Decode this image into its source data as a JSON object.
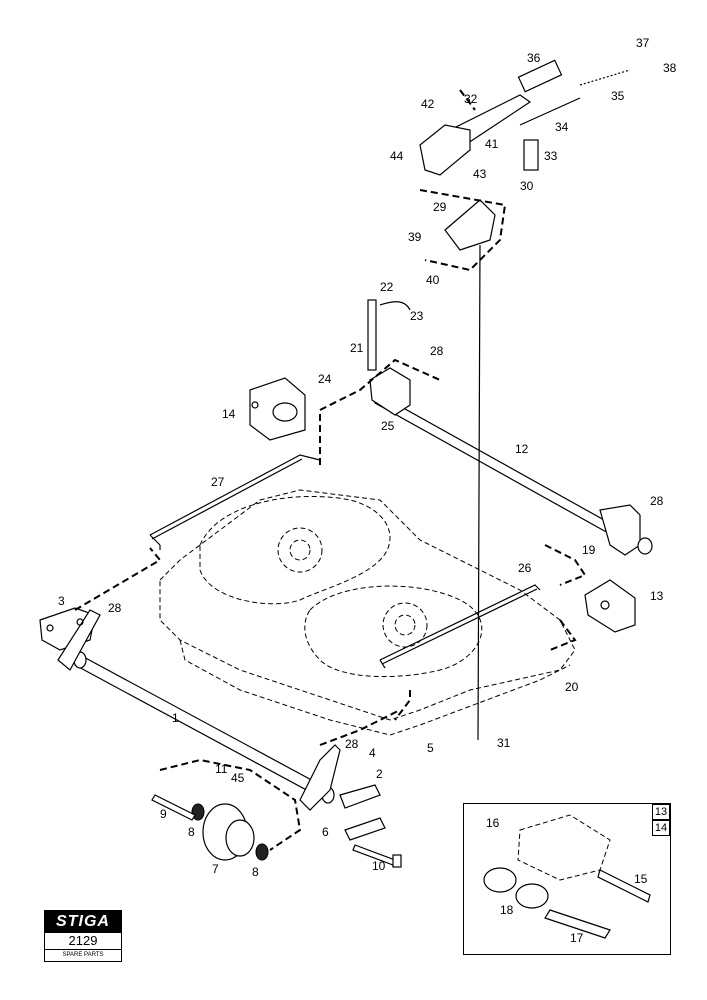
{
  "logo": {
    "brand": "STIGA",
    "code": "2129",
    "caption": "SPARE PARTS"
  },
  "inset": {
    "tags": [
      "13",
      "14"
    ]
  },
  "callouts": [
    {
      "id": "c1",
      "text": "1"
    },
    {
      "id": "c2",
      "text": "2"
    },
    {
      "id": "c3",
      "text": "3"
    },
    {
      "id": "c4",
      "text": "4"
    },
    {
      "id": "c5",
      "text": "5"
    },
    {
      "id": "c6",
      "text": "6"
    },
    {
      "id": "c7",
      "text": "7"
    },
    {
      "id": "c8a",
      "text": "8"
    },
    {
      "id": "c8b",
      "text": "8"
    },
    {
      "id": "c9",
      "text": "9"
    },
    {
      "id": "c10",
      "text": "10"
    },
    {
      "id": "c11",
      "text": "11"
    },
    {
      "id": "c12",
      "text": "12"
    },
    {
      "id": "c13",
      "text": "13"
    },
    {
      "id": "c14",
      "text": "14"
    },
    {
      "id": "c15",
      "text": "15"
    },
    {
      "id": "c16",
      "text": "16"
    },
    {
      "id": "c17",
      "text": "17"
    },
    {
      "id": "c18",
      "text": "18"
    },
    {
      "id": "c19",
      "text": "19"
    },
    {
      "id": "c20",
      "text": "20"
    },
    {
      "id": "c21",
      "text": "21"
    },
    {
      "id": "c22",
      "text": "22"
    },
    {
      "id": "c23",
      "text": "23"
    },
    {
      "id": "c24",
      "text": "24"
    },
    {
      "id": "c25",
      "text": "25"
    },
    {
      "id": "c26",
      "text": "26"
    },
    {
      "id": "c27",
      "text": "27"
    },
    {
      "id": "c28a",
      "text": "28"
    },
    {
      "id": "c28b",
      "text": "28"
    },
    {
      "id": "c28c",
      "text": "28"
    },
    {
      "id": "c28d",
      "text": "28"
    },
    {
      "id": "c29",
      "text": "29"
    },
    {
      "id": "c30",
      "text": "30"
    },
    {
      "id": "c31",
      "text": "31"
    },
    {
      "id": "c32",
      "text": "32"
    },
    {
      "id": "c33",
      "text": "33"
    },
    {
      "id": "c34",
      "text": "34"
    },
    {
      "id": "c35",
      "text": "35"
    },
    {
      "id": "c36",
      "text": "36"
    },
    {
      "id": "c37",
      "text": "37"
    },
    {
      "id": "c38",
      "text": "38"
    },
    {
      "id": "c39",
      "text": "39"
    },
    {
      "id": "c40",
      "text": "40"
    },
    {
      "id": "c41",
      "text": "41"
    },
    {
      "id": "c42",
      "text": "42"
    },
    {
      "id": "c43",
      "text": "43"
    },
    {
      "id": "c44",
      "text": "44"
    },
    {
      "id": "c45",
      "text": "45"
    }
  ]
}
